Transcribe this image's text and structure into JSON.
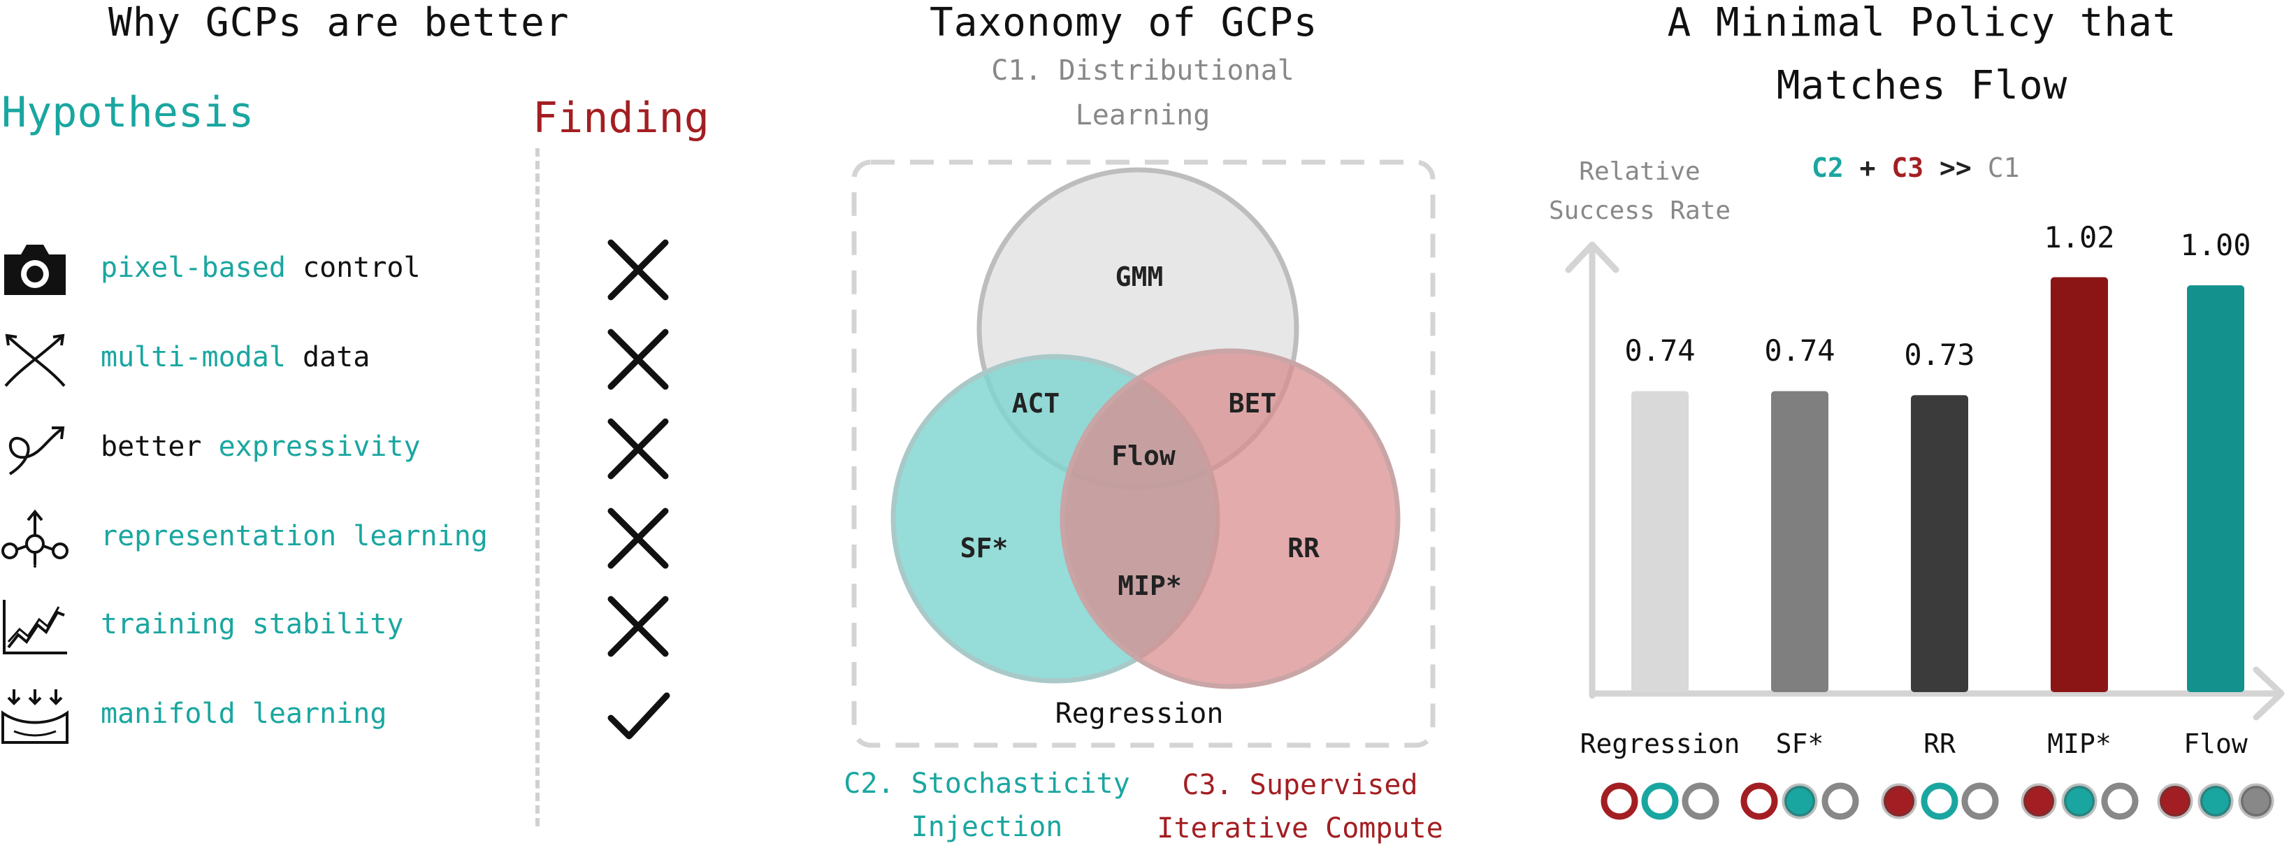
{
  "colors": {
    "teal": "#1aa6a0",
    "red": "#a31e22",
    "gray": "#888888"
  },
  "left": {
    "title": "Why GCPs are better",
    "hypothesis_label": "Hypothesis",
    "finding_label": "Finding",
    "rows": [
      {
        "icon": "camera-icon",
        "parts": [
          {
            "text": "pixel-based",
            "hl": true
          },
          {
            "text": " control",
            "hl": false
          }
        ],
        "finding": "cross"
      },
      {
        "icon": "multi-arrow-icon",
        "parts": [
          {
            "text": "multi-modal",
            "hl": true
          },
          {
            "text": " data",
            "hl": false
          }
        ],
        "finding": "cross"
      },
      {
        "icon": "curl-arrow-icon",
        "parts": [
          {
            "text": "better ",
            "hl": false
          },
          {
            "text": "expressivity",
            "hl": true
          }
        ],
        "finding": "cross"
      },
      {
        "icon": "network-icon",
        "parts": [
          {
            "text": "representation learning",
            "hl": true
          }
        ],
        "finding": "cross"
      },
      {
        "icon": "chart-growth-icon",
        "parts": [
          {
            "text": "training stability",
            "hl": true
          }
        ],
        "finding": "cross"
      },
      {
        "icon": "manifold-icon",
        "parts": [
          {
            "text": "manifold learning",
            "hl": true
          }
        ],
        "finding": "check"
      }
    ]
  },
  "middle": {
    "title": "Taxonomy of GCPs",
    "c1_line1": "C1. Distributional",
    "c1_line2": "Learning",
    "c2_line1": "C2. Stochasticity",
    "c2_line2": "Injection",
    "c3_line1": "C3. Supervised",
    "c3_line2": "Iterative Compute",
    "regression": "Regression",
    "regions": {
      "gmm": "GMM",
      "act": "ACT",
      "bet": "BET",
      "flow": "Flow",
      "sf": "SF*",
      "mip": "MIP*",
      "rr": "RR"
    }
  },
  "right": {
    "title_line1": "A Minimal Policy that",
    "title_line2": "Matches Flow",
    "formula": {
      "c2": "C2",
      "plus": " + ",
      "c3": "C3",
      "gg": " >> ",
      "c1": "C1"
    }
  },
  "chart_data": {
    "type": "bar",
    "ylabel": "Relative Success Rate",
    "categories": [
      "Regression",
      "SF*",
      "RR",
      "MIP*",
      "Flow"
    ],
    "values": [
      0.74,
      0.74,
      0.73,
      1.02,
      1.0
    ],
    "value_labels": [
      "0.74",
      "0.74",
      "0.73",
      "1.02",
      "1.00"
    ],
    "bar_colors": [
      "#d9d9d9",
      "#7f7f7f",
      "#3b3b3b",
      "#8b1515",
      "#13918c"
    ],
    "ylim": [
      0,
      1.1
    ],
    "grid": false,
    "legend": "none",
    "criteria_circles": [
      [
        "red-ring",
        "teal-ring",
        "gray-ring"
      ],
      [
        "red-ring",
        "teal-filled",
        "gray-ring"
      ],
      [
        "red-filled",
        "teal-ring",
        "gray-ring"
      ],
      [
        "red-filled",
        "teal-filled",
        "gray-ring"
      ],
      [
        "red-filled",
        "teal-filled",
        "gray-filled"
      ]
    ]
  }
}
